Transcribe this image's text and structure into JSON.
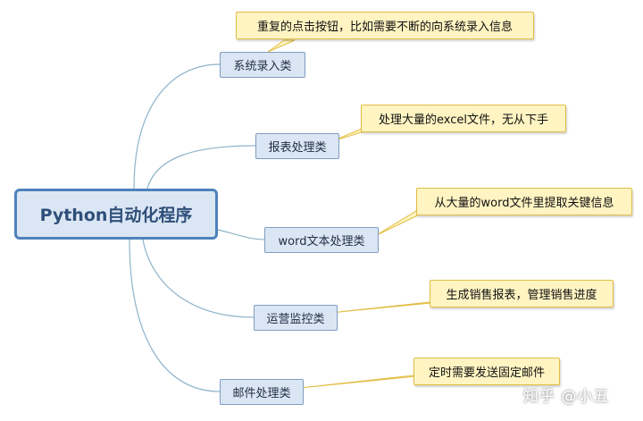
{
  "root": {
    "label": "Python自动化程序"
  },
  "branches": [
    {
      "label": "系统录入类",
      "note": "重复的点击按钮，比如需要不断的向系统录入信息"
    },
    {
      "label": "报表处理类",
      "note": "处理大量的excel文件，无从下手"
    },
    {
      "label": "word文本处理类",
      "note": "从大量的word文件里提取关键信息"
    },
    {
      "label": "运营监控类",
      "note": "生成销售报表，管理销售进度"
    },
    {
      "label": "邮件处理类",
      "note": "定时需要发送固定邮件"
    }
  ],
  "watermark": "知乎 @小五",
  "colors": {
    "root_border": "#4f81bd",
    "branch_fill": "#dbe6f4",
    "note_fill": "#fff4c2",
    "note_border": "#e2bd43",
    "connector": "#8fb3c9"
  }
}
